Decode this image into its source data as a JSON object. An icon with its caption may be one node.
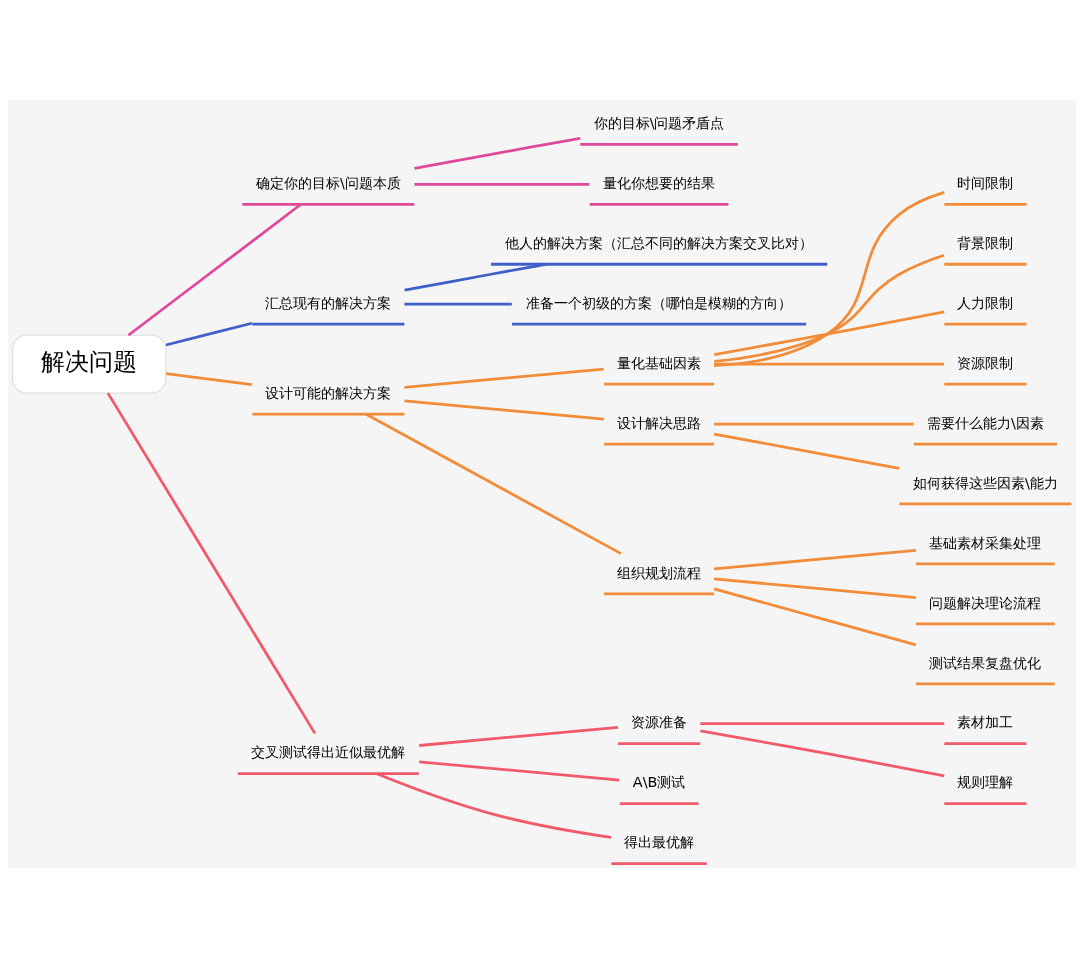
{
  "diagram": {
    "nodes": [
      {
        "text": [
          "解决问题"
        ]
      },
      {
        "text": [
          "确定你的目标\\问题本质"
        ]
      },
      {
        "text": [
          "你的目标\\问题矛盾点"
        ]
      },
      {
        "text": [
          "量化你想要的结果"
        ]
      },
      {
        "text": [
          "汇总现有的解决方案"
        ]
      },
      {
        "text": [
          "他人的解决方案（汇总不同的解决方案交叉比对）"
        ]
      },
      {
        "text": [
          "准备一个初级的方案（哪怕是模糊的方向）"
        ]
      },
      {
        "text": [
          "设计可能的解决方案"
        ]
      },
      {
        "text": [
          "量化基础因素"
        ]
      },
      {
        "text": [
          "时间限制"
        ]
      },
      {
        "text": [
          "背景限制"
        ]
      },
      {
        "text": [
          "人力限制"
        ]
      },
      {
        "text": [
          "资源限制"
        ]
      },
      {
        "text": [
          "设计解决思路"
        ]
      },
      {
        "text": [
          "需要什么能力\\因素"
        ]
      },
      {
        "text": [
          "如何获得这些因素\\能力"
        ]
      },
      {
        "text": [
          "组织规划流程"
        ]
      },
      {
        "text": [
          "基础素材采集处理"
        ]
      },
      {
        "text": [
          "问题解决理论流程"
        ]
      },
      {
        "text": [
          "测试结果复盘优化"
        ]
      },
      {
        "text": [
          "交叉测试得出近似最优解"
        ]
      },
      {
        "text": [
          "资源准备"
        ]
      },
      {
        "text": [
          "素材加工"
        ]
      },
      {
        "text": [
          "规则理解"
        ]
      },
      {
        "text": [
          "A\\B测试"
        ]
      },
      {
        "text": [
          "得出最优解"
        ]
      }
    ],
    "edges": [
      {
        "from": 0,
        "to": 1,
        "arrow": "none",
        "color": "#e0489a"
      },
      {
        "from": 1,
        "to": 2,
        "arrow": "none",
        "color": "#e0489a"
      },
      {
        "from": 1,
        "to": 3,
        "arrow": "none",
        "color": "#e0489a"
      },
      {
        "from": 0,
        "to": 4,
        "arrow": "none",
        "color": "#3f5fc8"
      },
      {
        "from": 4,
        "to": 5,
        "arrow": "none",
        "color": "#3f5fc8"
      },
      {
        "from": 4,
        "to": 6,
        "arrow": "none",
        "color": "#3f5fc8"
      },
      {
        "from": 0,
        "to": 7,
        "arrow": "none"
      },
      {
        "from": 7,
        "to": 8,
        "arrow": "none"
      },
      {
        "from": 8,
        "to": 9,
        "arrow": "none"
      },
      {
        "from": 8,
        "to": 10,
        "arrow": "none"
      },
      {
        "from": 8,
        "to": 11,
        "arrow": "none"
      },
      {
        "from": 8,
        "to": 12,
        "arrow": "none"
      },
      {
        "from": 7,
        "to": 13,
        "arrow": "none"
      },
      {
        "from": 13,
        "to": 14,
        "arrow": "none"
      },
      {
        "from": 13,
        "to": 15,
        "arrow": "none"
      },
      {
        "from": 7,
        "to": 16,
        "arrow": "none"
      },
      {
        "from": 16,
        "to": 17,
        "arrow": "none"
      },
      {
        "from": 16,
        "to": 18,
        "arrow": "none"
      },
      {
        "from": 16,
        "to": 19,
        "arrow": "none"
      },
      {
        "from": 0,
        "to": 20,
        "arrow": "none",
        "color": "#f25a6a"
      },
      {
        "from": 20,
        "to": 21,
        "arrow": "none",
        "color": "#f25a6a"
      },
      {
        "from": 21,
        "to": 22,
        "arrow": "none",
        "color": "#f25a6a"
      },
      {
        "from": 21,
        "to": 23,
        "arrow": "none",
        "color": "#f25a6a"
      },
      {
        "from": 20,
        "to": 24,
        "arrow": "none",
        "color": "#f25a6a"
      },
      {
        "from": 20,
        "to": 25,
        "arrow": "none",
        "color": "#f25a6a"
      }
    ]
  }
}
